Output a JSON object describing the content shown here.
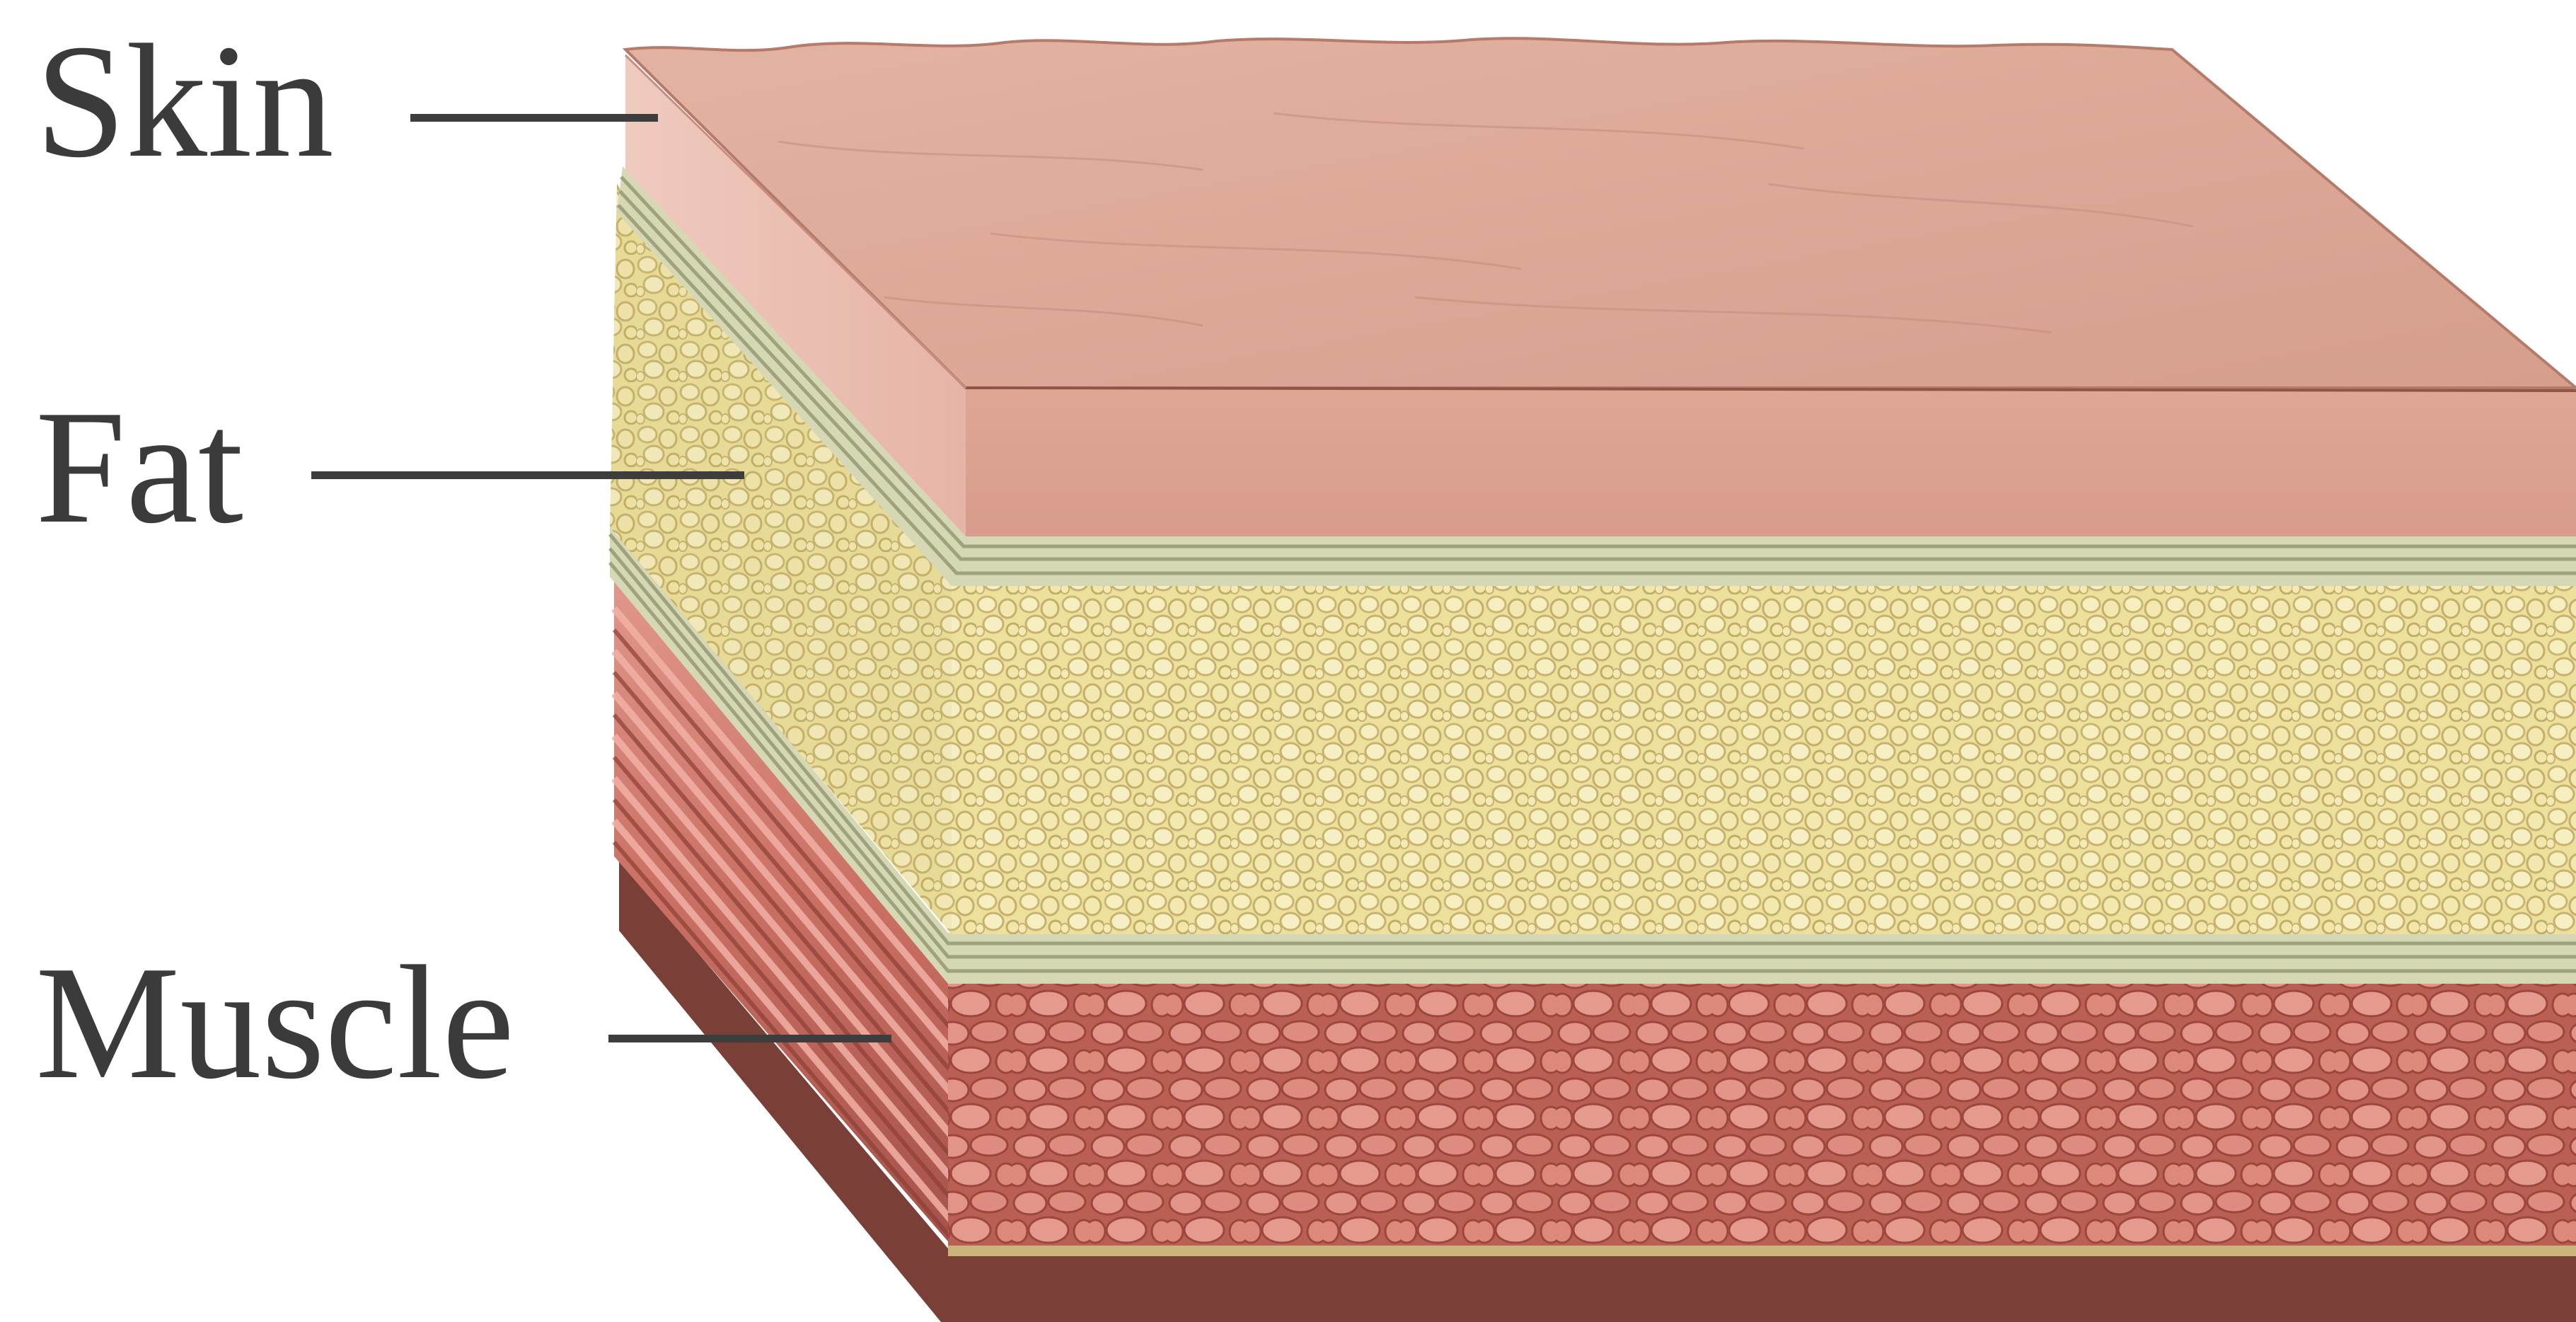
{
  "diagram": {
    "labels": {
      "skin": "Skin",
      "fat": "Fat",
      "muscle": "Muscle"
    },
    "colors": {
      "skin_top": "#dcaa98",
      "skin_side": "#d9a493",
      "skin_front_face": "#e9bfb4",
      "fascia": "#c9cba6",
      "fat": "#efe3a2",
      "fat_dark": "#c9b670",
      "muscle": "#d27f72",
      "muscle_dark": "#a9544a",
      "shadow": "#6f3b34"
    }
  }
}
